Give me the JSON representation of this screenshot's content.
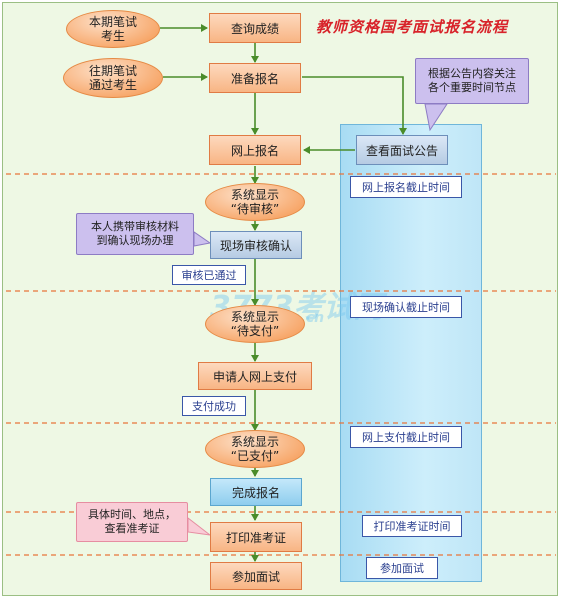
{
  "title": "教师资格国考面试报名流程",
  "watermark": {
    "brand": "3773考试网",
    "domain": "com.cn"
  },
  "nodes": {
    "current_candidates": "本期笔试\n考生",
    "past_candidates": "往期笔试\n通过考生",
    "query_scores": "查询成绩",
    "prepare_registration": "准备报名",
    "online_registration": "网上报名",
    "view_announcement": "查看面试公告",
    "status_pending_review": "系统显示\n“待审核”",
    "onsite_review": "现场审核确认",
    "status_pending_payment": "系统显示\n“待支付”",
    "applicant_pay": "申请人网上支付",
    "status_paid": "系统显示\n“已支付”",
    "complete_registration": "完成报名",
    "print_ticket": "打印准考证",
    "attend_interview": "参加面试"
  },
  "status_tags": {
    "review_passed": "审核已通过",
    "payment_success": "支付成功"
  },
  "callouts": {
    "announcement_note": "根据公告内容关注\n各个重要时间节点",
    "onsite_note": "本人携带审核材料\n到确认现场办理",
    "ticket_note": "具体时间、地点，\n查看准考证"
  },
  "deadlines": [
    "网上报名截止时间",
    "现场确认截止时间",
    "网上支付截止时间",
    "打印准考证时间",
    "参加面试"
  ],
  "colors": {
    "panel_bg": "#eef8e4",
    "orange": "#f8b584",
    "blue": "#8ecdee",
    "connector": "#4a8c2a",
    "divider": "#e8743b",
    "title": "#d8232a"
  }
}
